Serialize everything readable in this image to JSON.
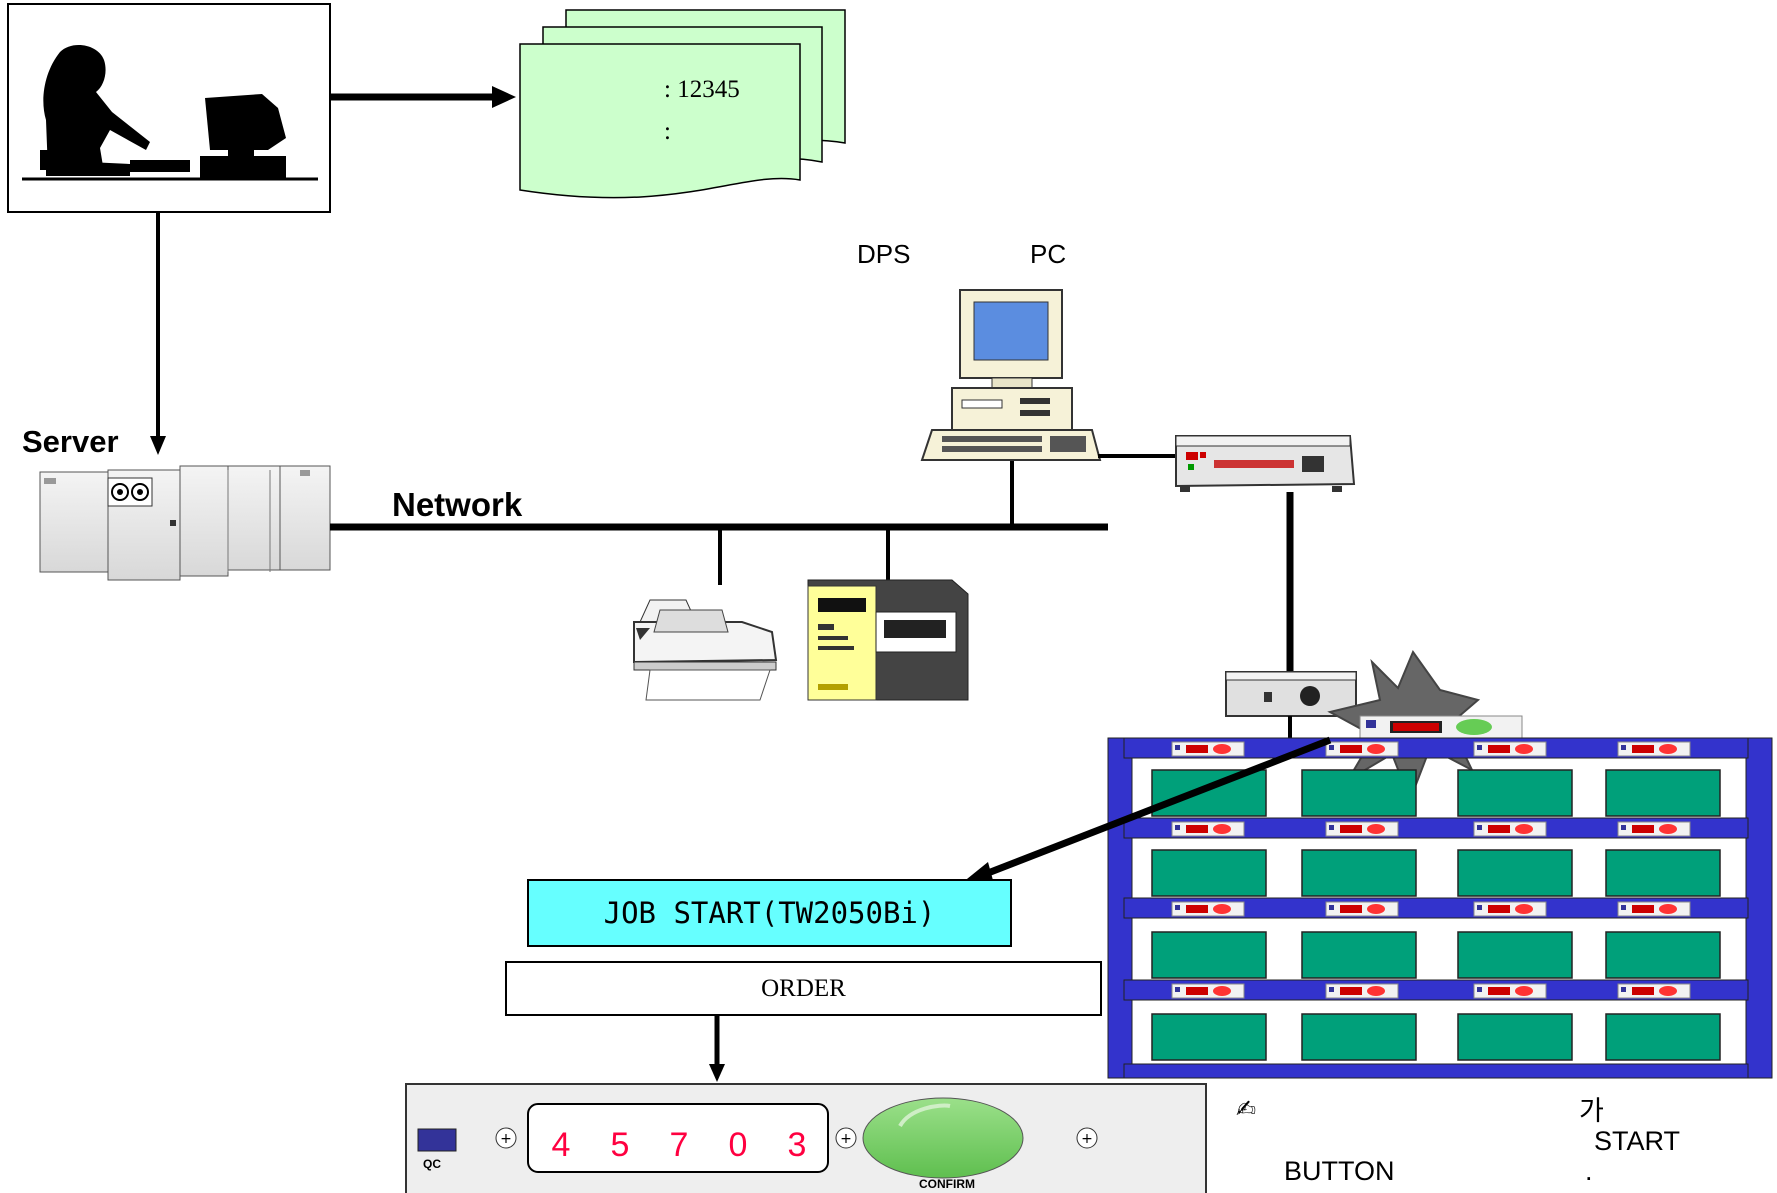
{
  "document": {
    "order_value": ": 12345",
    "order_colon": ":",
    "dps_label": "DPS",
    "pc_label": "PC",
    "server_label": "Server",
    "network_label": "Network",
    "job_start_label": "JOB START(TW2050Bi)",
    "order_label": "ORDER",
    "confirm_label": "CONFIRM",
    "qc_label": "QC",
    "display_digits": [
      "4",
      "5",
      "7",
      "0",
      "3"
    ],
    "note_icon": "writing-hand-icon",
    "note_ga": "가",
    "note_start": "START",
    "note_button": "BUTTON",
    "note_period": "."
  },
  "colors": {
    "paper_green": "#ccffcc",
    "job_box": "#66ffff",
    "rack_blue": "#3333cc",
    "bin_green": "#00a07a",
    "confirm_green": "#66cc55",
    "digit_red": "#ff0040",
    "qc_blue": "#333399"
  }
}
